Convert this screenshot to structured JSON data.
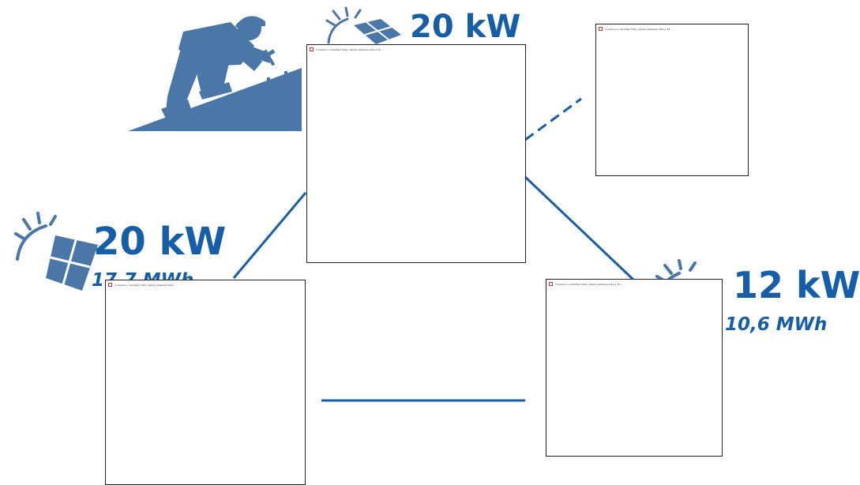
{
  "top": {
    "power": "20 kW"
  },
  "left": {
    "power": "20 kW",
    "energy": "17,7 MWh"
  },
  "right": {
    "power": "12 kW",
    "energy": "10,6 MWh"
  },
  "frames": {
    "center": {
      "caption": "V souboru s obsahem fotky nebyla nalezena šířka a 30 ..."
    },
    "top_right": {
      "caption": "V souboru s obsahem fotky nebyla nalezena šířka a 30 ..."
    },
    "bottom_left": {
      "caption": "V souboru s obsahem fotky nebyla nalezena šířka ..."
    },
    "bottom_right": {
      "caption": "V souboru s obsahem fotky nebyla nalezena šířka a 30 ..."
    }
  },
  "colors": {
    "accent": "#175ea8",
    "illustration": "#4a76a8",
    "frame_border": "#222222"
  },
  "icons": [
    "roofer-icon",
    "solar-panel-icon"
  ]
}
